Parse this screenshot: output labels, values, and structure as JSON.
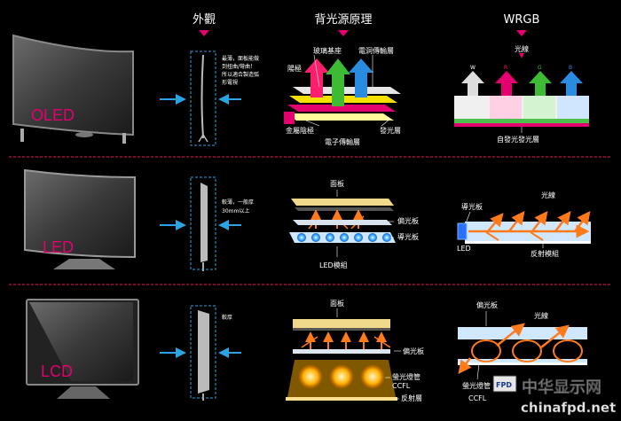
{
  "headers": {
    "exterior": "外觀",
    "backlight": "背光源原理",
    "wrgb": "WRGB"
  },
  "colors": {
    "accent": "#e4006e",
    "arrow_blue": "#2aa3e0",
    "divider": "#c4114d",
    "orange": "#ff7a1a"
  },
  "rows": [
    {
      "tv_label": "OLED",
      "note": [
        "最薄，面板能做",
        "到扭曲/彎曲！",
        "所以適合製造弧",
        "形電視"
      ]
    },
    {
      "tv_label": "LED",
      "note": [
        "較薄，一般厚",
        "30mm以上"
      ]
    },
    {
      "tv_label": "LCD",
      "note": [
        "較厚"
      ]
    }
  ],
  "oled": {
    "glass_substrate": "玻璃基座",
    "anode": "陽極",
    "etl_top": "電洞傳輸層",
    "metal_cathode": "金屬陰極",
    "emitting": "發光層",
    "etl_bottom": "電子傳輸層"
  },
  "wrgb": {
    "light": "光線",
    "letters": [
      "W",
      "R",
      "G",
      "B"
    ],
    "self_emit": "自發光發光層"
  },
  "led": {
    "panel": "面板",
    "polarizer": "偏光板",
    "light_guide": "導光板",
    "module": "LED模組",
    "side_guide": "導光板",
    "side_light": "光線",
    "side_led": "LED",
    "side_reflect": "反射模組"
  },
  "lcd": {
    "panel": "面板",
    "polarizer": "偏光板",
    "ccfl": "螢光燈管",
    "ccfl_en": "CCFL",
    "reflector": "反射層",
    "side_polarizer": "偏光板",
    "side_light": "光線",
    "side_ccfl": "螢光燈管",
    "side_ccfl_en": "CCFL"
  },
  "watermark": {
    "cn": "中华显示网",
    "url": "chinafpd.net",
    "logo": "FPD"
  }
}
